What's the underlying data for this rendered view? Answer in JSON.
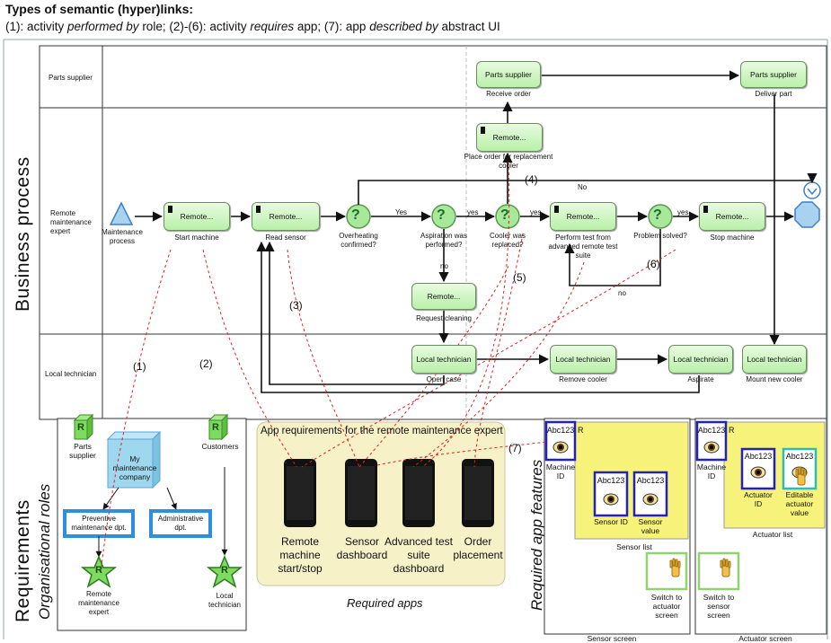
{
  "header": {
    "title": "Types of semantic (hyper)links:",
    "sub_part1": "(1): activity ",
    "sub_em1": "performed by",
    "sub_part2": " role;  (2)-(6): activity ",
    "sub_em2": "requires",
    "sub_part3": " app; (7): app ",
    "sub_em3": "described by",
    "sub_part4": " abstract UI"
  },
  "side_labels": {
    "business_process": "Business process",
    "requirements": "Requirements",
    "organisational_roles": "Organisational  roles",
    "required_app_features": "Required app features"
  },
  "lanes": {
    "parts_supplier": "Parts supplier",
    "remote_expert": "Remote maintenance expert",
    "local_technician": "Local technician"
  },
  "process": {
    "start_event_label": "Maintenance process",
    "tasks": {
      "start_machine": {
        "title": "Remote...",
        "caption": "Start machine"
      },
      "read_sensor": {
        "title": "Remote...",
        "caption": "Read sensor"
      },
      "request_cleaning": {
        "title": "Remote...",
        "caption": "Request cleaning"
      },
      "place_order": {
        "title": "Remote...",
        "caption": "Place order for replacement cooler"
      },
      "perform_test": {
        "title": "Remote...",
        "caption": "Perform test from advanced remote test suite"
      },
      "stop_machine": {
        "title": "Remote...",
        "caption": "Stop machine"
      },
      "receive_order": {
        "title": "Parts supplier",
        "caption": "Receive order"
      },
      "deliver_part": {
        "title": "Parts supplier",
        "caption": "Deliver part"
      },
      "open_case": {
        "title": "Local technician",
        "caption": "Open case"
      },
      "remove_cooler": {
        "title": "Local technician",
        "caption": "Remove cooler"
      },
      "aspirate": {
        "title": "Local technician",
        "caption": "Aspirate"
      },
      "mount_cooler": {
        "title": "Local technician",
        "caption": "Mount new cooler"
      }
    },
    "gateways": {
      "overheating": "Overheating confirmed?",
      "aspiration": "Aspiration was performed?",
      "cooler": "Cooler was replaced?",
      "problem": "Problem solved?"
    },
    "gateway_symbol": "?",
    "flow_labels": {
      "yes1": "Yes",
      "yes2": "yes",
      "yes3": "yes",
      "yes4": "yes",
      "no_top": "No",
      "no_asp": "no",
      "no_loop": "no"
    },
    "link_labels": {
      "l1": "(1)",
      "l2": "(2)",
      "l3": "(3)",
      "l4": "(4)",
      "l5": "(5)",
      "l6": "(6)",
      "l7": "(7)"
    }
  },
  "org": {
    "role_letter": "R",
    "parts_supplier": "Parts supplier",
    "company": "My maintenance company",
    "customers": "Customers",
    "preventive": "Preventive maintenance dpt.",
    "administrative": "Administrative dpt.",
    "remote_expert": "Remote maintenance expert",
    "local_technician": "Local technician"
  },
  "apps": {
    "panel_title": "App requirements for the remote maintenance expert",
    "items": [
      {
        "label": "Remote machine start/stop"
      },
      {
        "label": "Sensor dashboard"
      },
      {
        "label": "Advanced test suite dashboard"
      },
      {
        "label": "Order placement"
      }
    ],
    "footer": "Required apps"
  },
  "features": {
    "abc": "Abc123",
    "r": "R",
    "sensor_screen": {
      "title": "Sensor screen",
      "machine_id": "Machine ID",
      "sensor_id": "Sensor ID",
      "sensor_value": "Sensor value",
      "list": "Sensor list",
      "switch": "Switch to actuator screen"
    },
    "actuator_screen": {
      "title": "Actuator screen",
      "machine_id": "Machine ID",
      "actuator_id": "Actuator ID",
      "editable": "Editable actuator value",
      "list": "Actuator list",
      "switch": "Switch to sensor screen"
    }
  },
  "colors": {
    "task_green": "#b9f0a9",
    "gateway_green": "#a8e89a",
    "role_green": "#7ddc5f",
    "company_blue": "#9fd7ef",
    "dept_border": "#2f8ee0",
    "app_panel": "#f6f1c6",
    "feature_yellow": "#f7f27a",
    "link_red": "#d22"
  }
}
